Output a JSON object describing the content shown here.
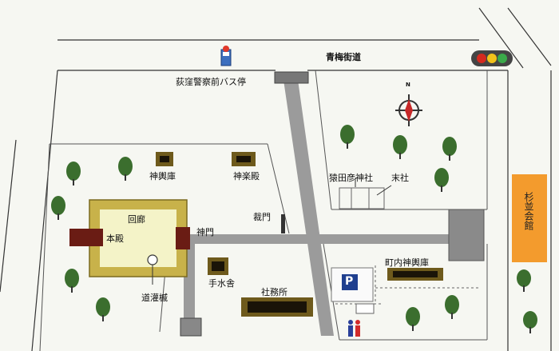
{
  "map": {
    "road_label": "青梅街道",
    "bus_stop": "荻窪警察前バス停",
    "buildings": {
      "mikoshigura": "神輿庫",
      "kagura_den": "神楽殿",
      "kairo": "回廊",
      "honden": "本殿",
      "shinmon": "神門",
      "saimon": "裁門",
      "temizusha": "手水舎",
      "shamusho": "社務所",
      "toro": "道灌槭",
      "sarutahiko": "猿田彦神社",
      "massha": "末社",
      "chonai_mikoshigura": "町内神輿庫",
      "suginami_hall": "杉並会館"
    },
    "parking_symbol": "P",
    "compass_symbol": "N",
    "colors": {
      "road_outline": "#3a3a3a",
      "path": "#9b9b9b",
      "courtyard": "#c8b24a",
      "honden": "#6a1c14",
      "hall": "#f39b2d",
      "parking": "#1f3f8f",
      "tree": "#3b6e2e"
    }
  }
}
